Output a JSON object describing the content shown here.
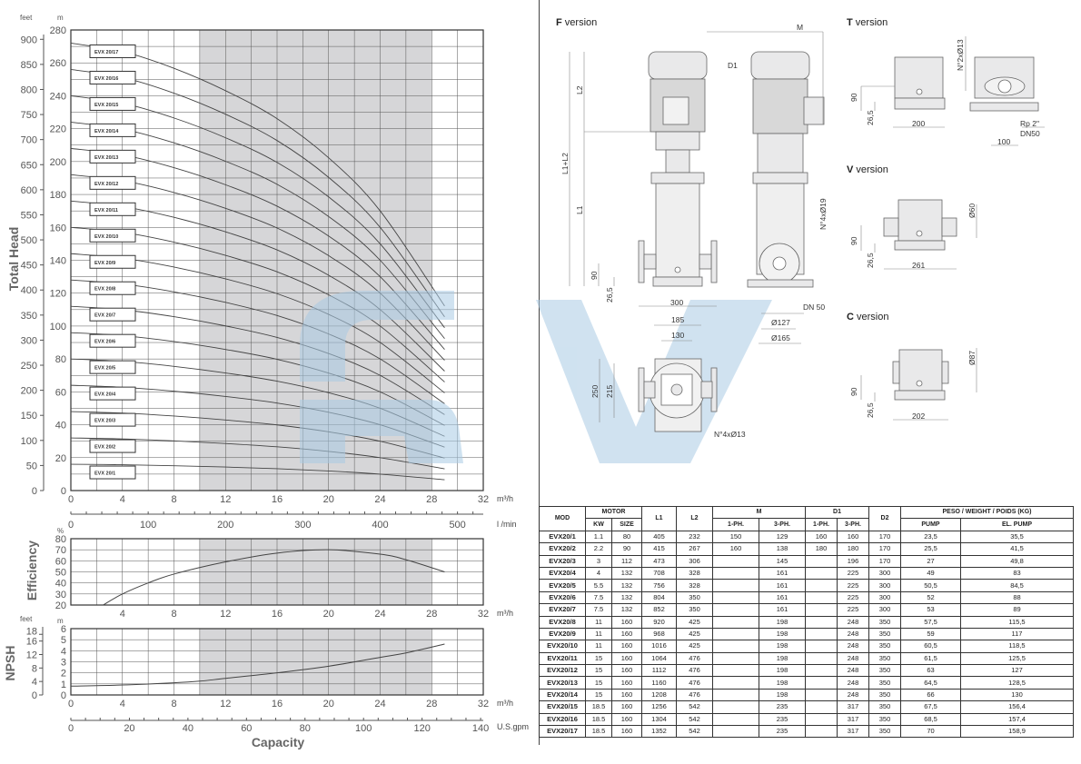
{
  "chart_data": [
    {
      "type": "line",
      "title": "Total Head",
      "ylabel": "Total Head",
      "y_units": [
        "m",
        "feet"
      ],
      "xlabel": "m³/h",
      "xlim": [
        0,
        32
      ],
      "ylim": [
        0,
        280
      ],
      "ylim_feet": [
        0,
        900
      ],
      "x_ticks": [
        0,
        4,
        8,
        12,
        16,
        20,
        24,
        28,
        32
      ],
      "y_ticks": [
        0,
        20,
        40,
        60,
        80,
        100,
        120,
        140,
        160,
        180,
        200,
        220,
        240,
        260,
        280
      ],
      "y_ticks_feet": [
        0,
        50,
        100,
        150,
        200,
        250,
        300,
        350,
        400,
        450,
        500,
        550,
        600,
        650,
        700,
        750,
        800,
        850,
        900
      ],
      "secondary_x_axis": {
        "label": "l /min",
        "ticks": [
          0,
          100,
          200,
          300,
          400,
          500
        ]
      },
      "shaded_range": [
        10,
        28
      ],
      "grid": true,
      "x": [
        0,
        4,
        8,
        12,
        16,
        20,
        24,
        29
      ],
      "series": [
        {
          "name": "EVX 20/1",
          "values": [
            16,
            15.7,
            15.1,
            14.3,
            13.3,
            11.9,
            10,
            6.6
          ]
        },
        {
          "name": "EVX 20/2",
          "values": [
            32,
            31.4,
            30.2,
            28.6,
            26.6,
            23.8,
            20,
            13.2
          ]
        },
        {
          "name": "EVX 20/3",
          "values": [
            48,
            47.1,
            45.3,
            42.9,
            39.9,
            35.7,
            30,
            19.8
          ]
        },
        {
          "name": "EVX 20/4",
          "values": [
            64,
            62.8,
            60.4,
            57.2,
            53.2,
            47.6,
            40,
            26.4
          ]
        },
        {
          "name": "EVX 20/5",
          "values": [
            80,
            78.5,
            75.5,
            71.5,
            66.5,
            59.5,
            50,
            33
          ]
        },
        {
          "name": "EVX 20/6",
          "values": [
            96,
            94.2,
            90.6,
            85.8,
            79.8,
            71.4,
            60,
            39.6
          ]
        },
        {
          "name": "EVX 20/7",
          "values": [
            112,
            109.9,
            105.7,
            100.1,
            93.1,
            83.3,
            70,
            46.2
          ]
        },
        {
          "name": "EVX 20/8",
          "values": [
            128,
            125.6,
            120.8,
            114.4,
            106.4,
            95.2,
            80,
            52.8
          ]
        },
        {
          "name": "EVX 20/9",
          "values": [
            144,
            141.3,
            135.9,
            128.7,
            119.7,
            107.1,
            90,
            59.4
          ]
        },
        {
          "name": "EVX 20/10",
          "values": [
            160,
            157,
            151,
            143,
            133,
            119,
            100,
            66
          ]
        },
        {
          "name": "EVX 20/11",
          "values": [
            176,
            172.7,
            166.1,
            157.3,
            146.3,
            130.9,
            110,
            72.6
          ]
        },
        {
          "name": "EVX 20/12",
          "values": [
            192,
            188.4,
            181.2,
            171.6,
            159.6,
            142.8,
            120,
            79.2
          ]
        },
        {
          "name": "EVX 20/13",
          "values": [
            208,
            204.1,
            196.3,
            185.9,
            172.9,
            154.7,
            130,
            85.8
          ]
        },
        {
          "name": "EVX 20/14",
          "values": [
            224,
            219.8,
            211.4,
            200.2,
            186.2,
            166.6,
            140,
            92.4
          ]
        },
        {
          "name": "EVX 20/15",
          "values": [
            240,
            235.5,
            226.5,
            214.5,
            199.5,
            178.5,
            150,
            99
          ]
        },
        {
          "name": "EVX 20/16",
          "values": [
            256,
            251.2,
            241.6,
            228.8,
            212.8,
            190.4,
            160,
            105.6
          ]
        },
        {
          "name": "EVX 20/17",
          "values": [
            272,
            266.9,
            256.7,
            243.1,
            226.1,
            202.3,
            170,
            112.2
          ]
        }
      ]
    },
    {
      "type": "line",
      "title": "Efficiency",
      "ylabel": "Efficiency",
      "y_unit": "%",
      "xlabel": "m³/h",
      "xlim": [
        0,
        32
      ],
      "ylim": [
        20,
        80
      ],
      "x_ticks": [
        4,
        8,
        12,
        16,
        20,
        24,
        28,
        32
      ],
      "y_ticks": [
        20,
        30,
        40,
        50,
        60,
        70,
        80
      ],
      "shaded_range": [
        10,
        28
      ],
      "grid": true,
      "x": [
        2.5,
        4,
        6,
        8,
        12,
        16,
        20,
        24,
        26,
        29
      ],
      "values": [
        20,
        30,
        40,
        48,
        59,
        67,
        70,
        66,
        61,
        50
      ]
    },
    {
      "type": "line",
      "title": "NPSH",
      "ylabel": "NPSH",
      "y_units": [
        "m",
        "feet"
      ],
      "xlabel": "m³/h",
      "xlim": [
        0,
        32
      ],
      "ylim": [
        0,
        6
      ],
      "x_ticks": [
        0,
        4,
        8,
        12,
        16,
        20,
        24,
        28,
        32
      ],
      "y_ticks": [
        0,
        1,
        2,
        3,
        4,
        5,
        6
      ],
      "y_ticks_feet": [
        0,
        4,
        8,
        12,
        16,
        18
      ],
      "secondary_x_axis": {
        "label": "U.S.gpm",
        "ticks": [
          0,
          20,
          40,
          60,
          80,
          100,
          120,
          140
        ]
      },
      "bottom_label": "Capacity",
      "shaded_range": [
        10,
        28
      ],
      "grid": true,
      "x": [
        0,
        4,
        8,
        10,
        12,
        16,
        20,
        24,
        26,
        29
      ],
      "values": [
        0.8,
        0.9,
        1.1,
        1.25,
        1.5,
        2.0,
        2.6,
        3.4,
        3.8,
        4.6
      ]
    }
  ],
  "drawings": {
    "f_version": {
      "title_bold": "F",
      "title_rest": " version",
      "labels": {
        "L2": "L2",
        "L1L2": "L1+L2",
        "L1": "L1",
        "h90": "90",
        "h265": "26,5",
        "w300": "300",
        "M": "M",
        "D1": "D1",
        "bolt19": "N°4xØ19",
        "dn50": "DN 50",
        "d127": "Ø127",
        "d165": "Ø165",
        "w185": "185",
        "w130": "130",
        "h250": "250",
        "h215": "215",
        "bolt13": "N°4xØ13"
      }
    },
    "t_version": {
      "title_bold": "T",
      "title_rest": " version",
      "labels": {
        "h90": "90",
        "h265": "26,5",
        "w200": "200",
        "bolt": "N°2xØ13",
        "rp": "Rp 2\"",
        "dn": "DN50",
        "w100": "100"
      }
    },
    "v_version": {
      "title_bold": "V",
      "title_rest": " version",
      "labels": {
        "d60": "Ø60",
        "h90": "90",
        "h265": "26,5",
        "w261": "261"
      }
    },
    "c_version": {
      "title_bold": "C",
      "title_rest": " version",
      "labels": {
        "d87": "Ø87",
        "h90": "90",
        "h265": "26,5",
        "w202": "202"
      }
    }
  },
  "table": {
    "headers": {
      "mod": "MOD",
      "motor": "MOTOR",
      "kw": "KW",
      "size": "SIZE",
      "l1": "L1",
      "l2": "L2",
      "m": "M",
      "m1": "1-PH.",
      "m3": "3-PH.",
      "d1": "D1",
      "d11": "1-PH.",
      "d13": "3-PH.",
      "d2": "D2",
      "weight": "PESO / WEIGHT / POIDS (KG)",
      "pump": "PUMP",
      "elpump": "EL. PUMP"
    },
    "rows": [
      [
        "EVX20/1",
        "1.1",
        "80",
        "405",
        "232",
        "150",
        "129",
        "160",
        "160",
        "170",
        "23,5",
        "35,5"
      ],
      [
        "EVX20/2",
        "2.2",
        "90",
        "415",
        "267",
        "160",
        "138",
        "180",
        "180",
        "170",
        "25,5",
        "41,5"
      ],
      [
        "EVX20/3",
        "3",
        "112",
        "473",
        "306",
        "",
        "145",
        "",
        "196",
        "170",
        "27",
        "49,8"
      ],
      [
        "EVX20/4",
        "4",
        "132",
        "708",
        "328",
        "",
        "161",
        "",
        "225",
        "300",
        "49",
        "83"
      ],
      [
        "EVX20/5",
        "5.5",
        "132",
        "756",
        "328",
        "",
        "161",
        "",
        "225",
        "300",
        "50,5",
        "84,5"
      ],
      [
        "EVX20/6",
        "7.5",
        "132",
        "804",
        "350",
        "",
        "161",
        "",
        "225",
        "300",
        "52",
        "88"
      ],
      [
        "EVX20/7",
        "7.5",
        "132",
        "852",
        "350",
        "",
        "161",
        "",
        "225",
        "300",
        "53",
        "89"
      ],
      [
        "EVX20/8",
        "11",
        "160",
        "920",
        "425",
        "",
        "198",
        "",
        "248",
        "350",
        "57,5",
        "115,5"
      ],
      [
        "EVX20/9",
        "11",
        "160",
        "968",
        "425",
        "",
        "198",
        "",
        "248",
        "350",
        "59",
        "117"
      ],
      [
        "EVX20/10",
        "11",
        "160",
        "1016",
        "425",
        "",
        "198",
        "",
        "248",
        "350",
        "60,5",
        "118,5"
      ],
      [
        "EVX20/11",
        "15",
        "160",
        "1064",
        "476",
        "",
        "198",
        "",
        "248",
        "350",
        "61,5",
        "125,5"
      ],
      [
        "EVX20/12",
        "15",
        "160",
        "1112",
        "476",
        "",
        "198",
        "",
        "248",
        "350",
        "63",
        "127"
      ],
      [
        "EVX20/13",
        "15",
        "160",
        "1160",
        "476",
        "",
        "198",
        "",
        "248",
        "350",
        "64,5",
        "128,5"
      ],
      [
        "EVX20/14",
        "15",
        "160",
        "1208",
        "476",
        "",
        "198",
        "",
        "248",
        "350",
        "66",
        "130"
      ],
      [
        "EVX20/15",
        "18.5",
        "160",
        "1256",
        "542",
        "",
        "235",
        "",
        "317",
        "350",
        "67,5",
        "156,4"
      ],
      [
        "EVX20/16",
        "18.5",
        "160",
        "1304",
        "542",
        "",
        "235",
        "",
        "317",
        "350",
        "68,5",
        "157,4"
      ],
      [
        "EVX20/17",
        "18.5",
        "160",
        "1352",
        "542",
        "",
        "235",
        "",
        "317",
        "350",
        "70",
        "158,9"
      ]
    ]
  },
  "colors": {
    "shade": "#d6d6d8",
    "grid": "#555555",
    "curve": "#444444",
    "watermark": "#a9cbe4"
  }
}
